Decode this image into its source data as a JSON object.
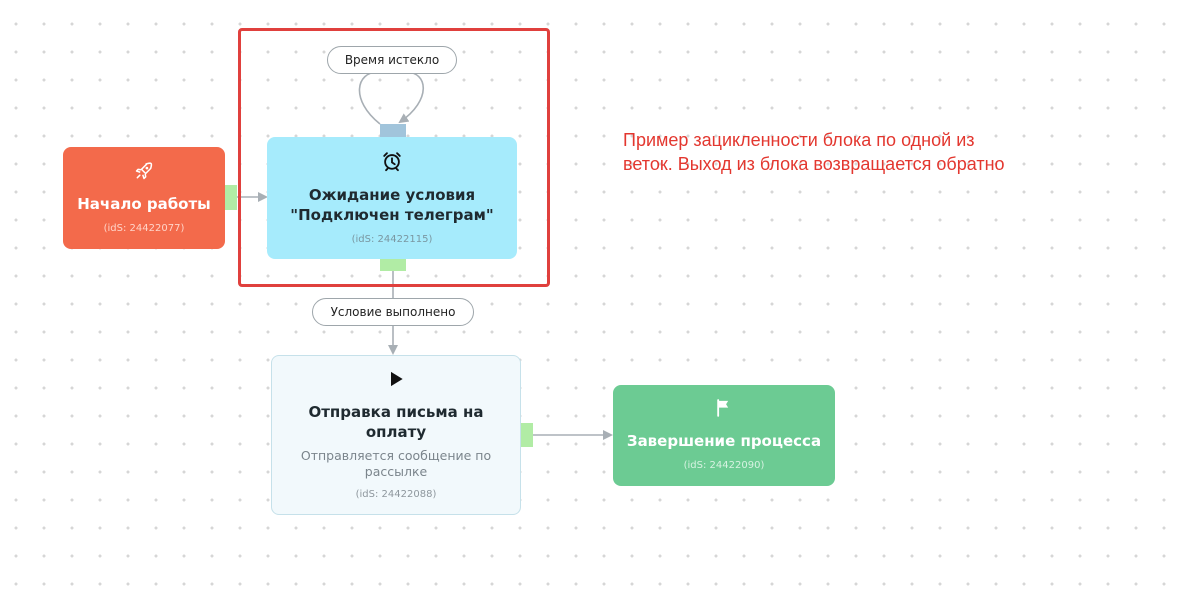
{
  "colors": {
    "start_node": "#f36a4b",
    "wait_node": "#a6ebfc",
    "send_node": "#f2f9fc",
    "end_node": "#6ccb93",
    "port_green": "#b1eca5",
    "port_blue": "#a1c4db",
    "edge": "#a8afb5",
    "highlight": "#e0403d",
    "annotation_text": "#e3372f"
  },
  "nodes": {
    "start": {
      "icon": "rocket-icon",
      "title": "Начало работы",
      "ids": "(idS: 24422077)"
    },
    "wait": {
      "icon": "alarm-clock-icon",
      "title_line1": "Ожидание условия",
      "title_line2": "\"Подключен телеграм\"",
      "ids": "(idS: 24422115)"
    },
    "send": {
      "icon": "play-icon",
      "title_line1": "Отправка письма на",
      "title_line2": "оплату",
      "subtitle_line1": "Отправляется сообщение по",
      "subtitle_line2": "рассылке",
      "ids": "(idS: 24422088)"
    },
    "end": {
      "icon": "flag-icon",
      "title": "Завершение процесса",
      "ids": "(idS: 24422090)"
    }
  },
  "edge_labels": {
    "timeout": "Время истекло",
    "condition_met": "Условие выполнено"
  },
  "annotation": {
    "line1": "Пример зацикленности блока по одной из",
    "line2": "веток. Выход из блока возвращается обратно"
  }
}
